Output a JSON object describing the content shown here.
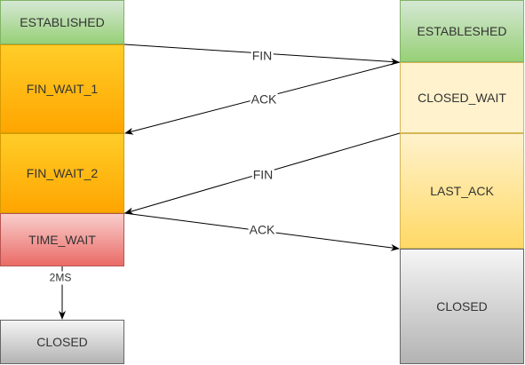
{
  "left_states": {
    "established": "ESTABLISHED",
    "fin_wait_1": "FIN_WAIT_1",
    "fin_wait_2": "FIN_WAIT_2",
    "time_wait": "TIME_WAIT",
    "closed": "CLOSED"
  },
  "right_states": {
    "established": "ESTABLESHED",
    "closed_wait": "CLOSED_WAIT",
    "last_ack": "LAST_ACK",
    "closed": "CLOSED"
  },
  "messages": {
    "fin_1": "FIN",
    "ack_1": "ACK",
    "fin_2": "FIN",
    "ack_2": "ACK"
  },
  "timer_label": "2MS"
}
